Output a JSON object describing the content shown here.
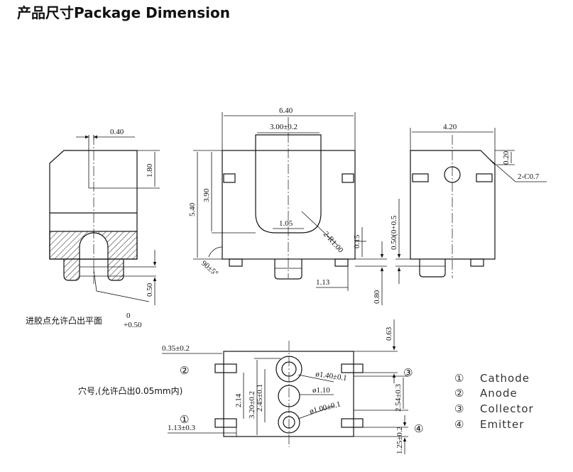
{
  "title": "产品尺寸Package Dimension",
  "front_view": {
    "width": "6.40",
    "cavity_width": "3.00±0.2",
    "height": "5.40",
    "cavity_height": "3.90",
    "lens_width": "1.05",
    "radius": "2-R1.00",
    "standoff": "0.15",
    "angle": "90±5°",
    "pad_offset": "1.13",
    "lead_height": "0.80"
  },
  "left_view": {
    "width": "0.40",
    "height": "1.80",
    "foot": "0.50",
    "note": "进胶点允许凸出平面",
    "tol_upper": "0",
    "tol_lower": "+0.50"
  },
  "right_view": {
    "width": "4.20",
    "chamfer_v": "0.20",
    "chamfer": "2-C0.7",
    "lead": "0.50(0+0.5"
  },
  "bottom_view": {
    "top_gap": "0.63",
    "pad_left": "0.35±0.2",
    "pad_left_bottom": "1.13±0.3",
    "dim_320": "3.20±0.2",
    "dim_245": "2.45±0.1",
    "dim_214": "2.14",
    "dim_254": "2.54±0.3",
    "hole_top": "ø1.40±0.1",
    "hole_mid": "ø1.10",
    "hole_bottom": "ø1.00±0.1",
    "dim_125": "1.25±0.2",
    "note": "穴号,(允许凸出0.05mm内)"
  },
  "pins": [
    "①",
    "②",
    "③",
    "④"
  ],
  "legend": [
    {
      "num": "①",
      "label": "Cathode"
    },
    {
      "num": "②",
      "label": "Anode"
    },
    {
      "num": "③",
      "label": "Collector"
    },
    {
      "num": "④",
      "label": "Emitter"
    }
  ]
}
